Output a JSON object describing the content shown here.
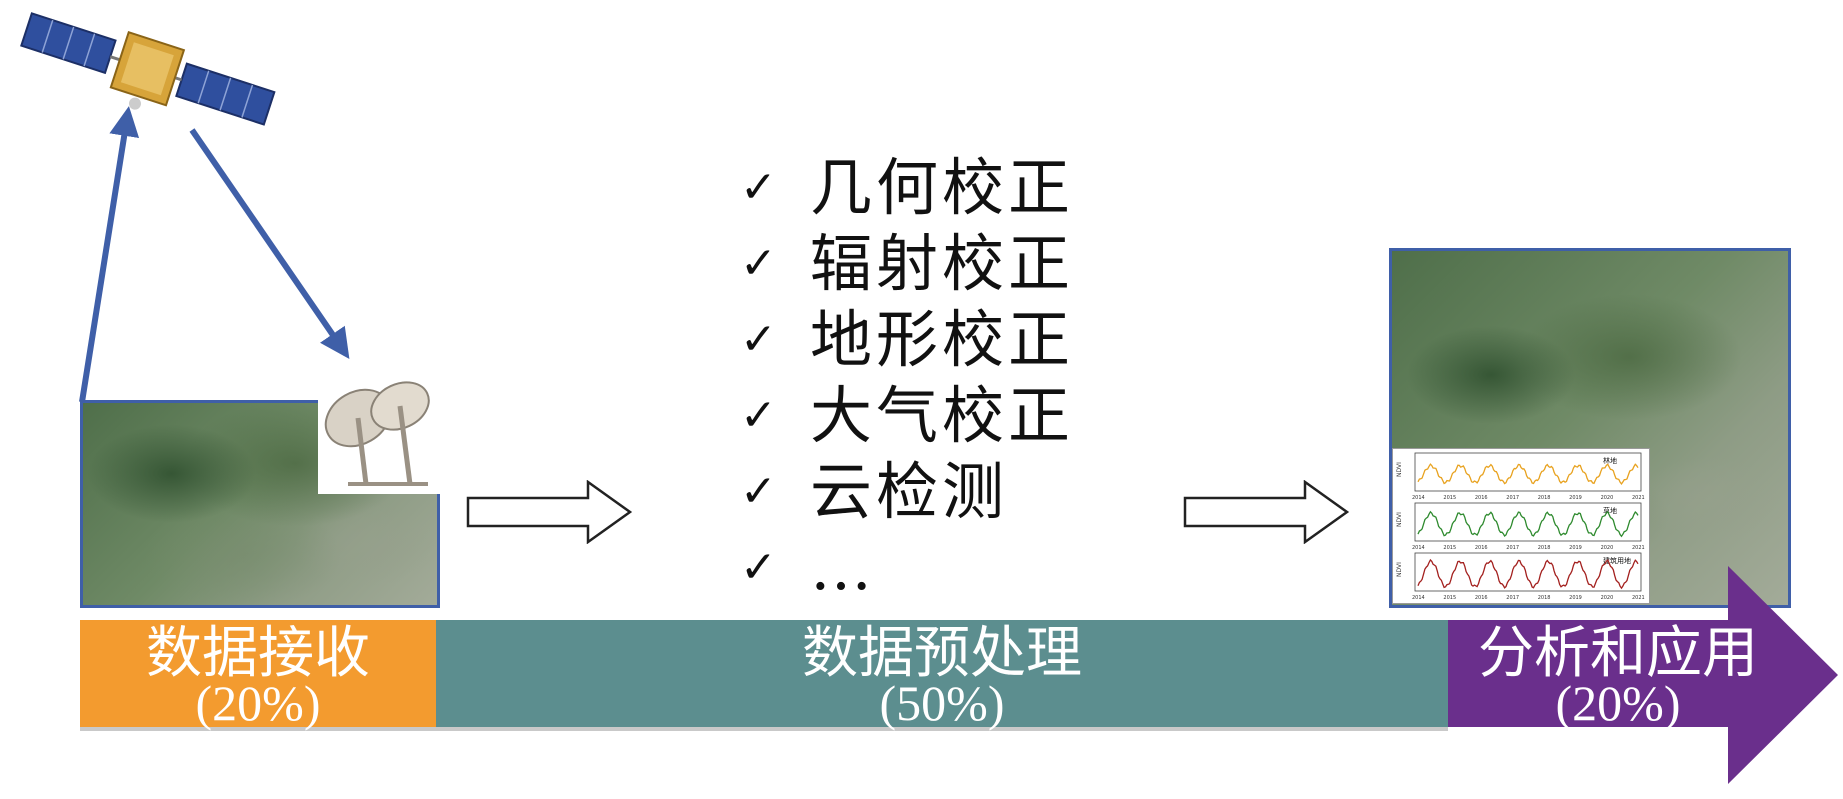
{
  "processing_steps": [
    {
      "label": "几何校正"
    },
    {
      "label": "辐射校正"
    },
    {
      "label": "地形校正"
    },
    {
      "label": "大气校正"
    },
    {
      "label": "云检测"
    },
    {
      "label": "…"
    }
  ],
  "stages": [
    {
      "name": "数据接收",
      "percent": "(20%)",
      "color": "#f39b2f"
    },
    {
      "name": "数据预处理",
      "percent": "(50%)",
      "color": "#5c8e8f"
    },
    {
      "name": "分析和应用",
      "percent": "(20%)",
      "color": "#6a2f8c"
    }
  ],
  "time_series": {
    "years": [
      "2014",
      "2015",
      "2016",
      "2017",
      "2018",
      "2019",
      "2020",
      "2021"
    ],
    "y_label": "NDVI",
    "series": [
      {
        "label": "林地",
        "color": "#e8a21f"
      },
      {
        "label": "草地",
        "color": "#2e8a2e"
      },
      {
        "label": "建筑用地",
        "color": "#a3201e"
      }
    ]
  },
  "colors": {
    "link_arrow": "#3f5fa8",
    "image_border": "#3f5fa8"
  }
}
